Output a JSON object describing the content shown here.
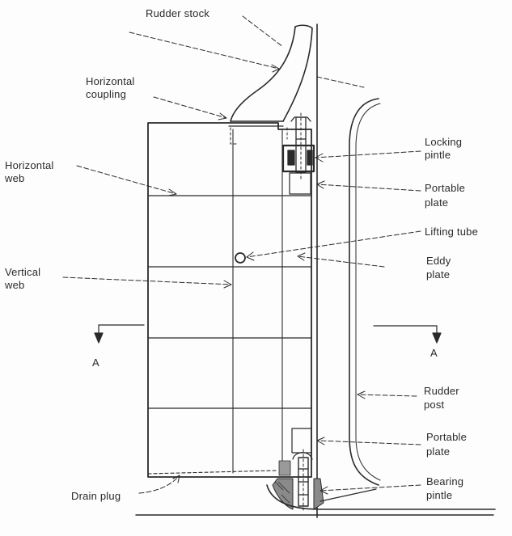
{
  "labels": {
    "rudder_stock": "Rudder stock",
    "horizontal_coupling_1": "Horizontal",
    "horizontal_coupling_2": "coupling",
    "horizontal_web_1": "Horizontal",
    "horizontal_web_2": "web",
    "vertical_web_1": "Vertical",
    "vertical_web_2": "web",
    "locking_pintle_1": "Locking",
    "locking_pintle_2": "pintle",
    "portable_plate_top_1": "Portable",
    "portable_plate_top_2": "plate",
    "lifting_tube": "Lifting tube",
    "eddy_plate_1": "Eddy",
    "eddy_plate_2": "plate",
    "section_a_left": "A",
    "section_a_right": "A",
    "rudder_post_1": "Rudder",
    "rudder_post_2": "post",
    "portable_plate_bottom_1": "Portable",
    "portable_plate_bottom_2": "plate",
    "bearing_pintle_1": "Bearing",
    "bearing_pintle_2": "pintle",
    "drain_plug": "Drain plug"
  },
  "colors": {
    "ink": "#2a2a2a",
    "background": "#fdfdfd"
  }
}
